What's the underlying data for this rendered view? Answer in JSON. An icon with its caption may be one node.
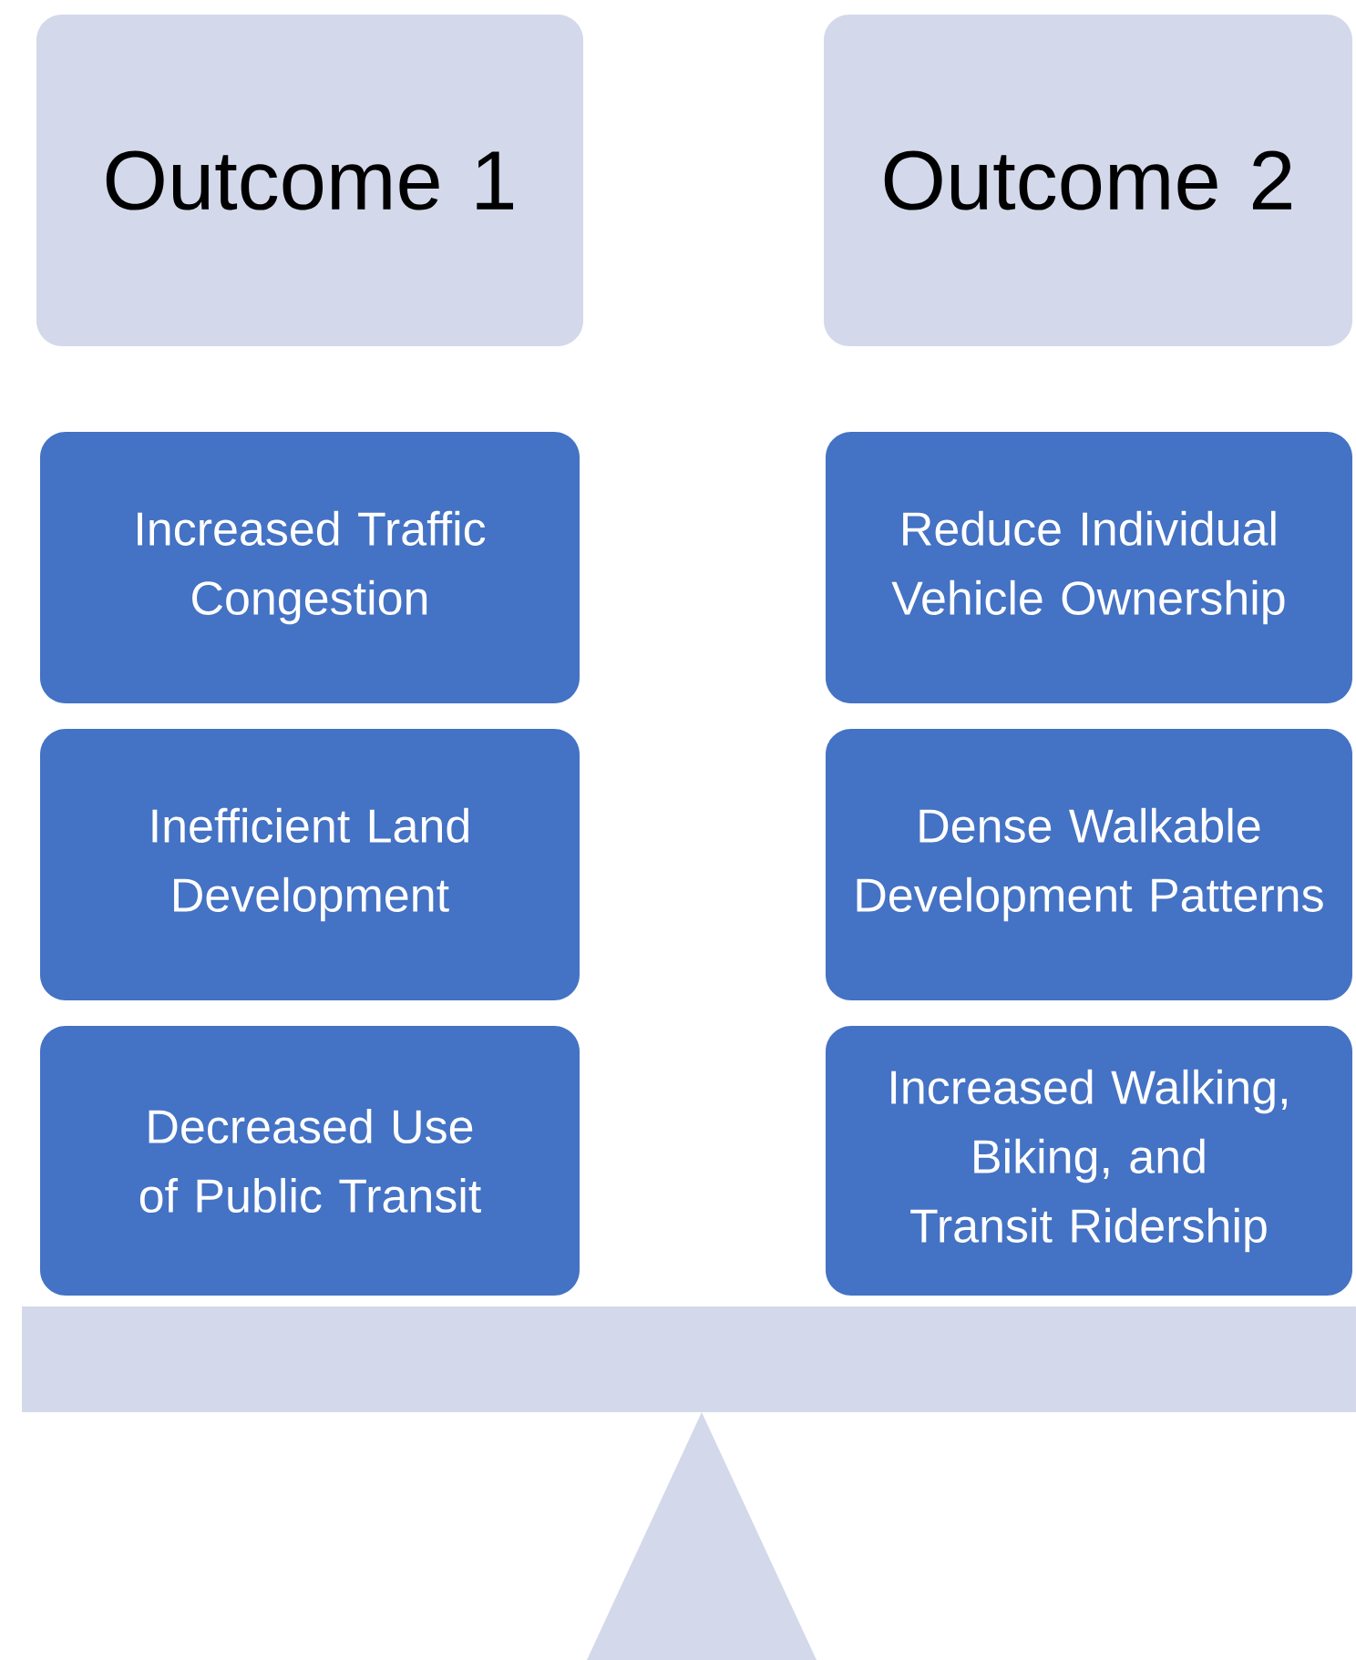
{
  "diagram": {
    "nodes": [
      {
        "text": [
          "Outcome 1"
        ]
      },
      {
        "text": [
          "Outcome 2"
        ]
      },
      {
        "text": [
          "Increased Traffic Congestion"
        ]
      },
      {
        "text": [
          "Inefficient Land Development"
        ]
      },
      {
        "text": [
          "Decreased Use of Public Transit"
        ]
      },
      {
        "text": [
          "Reduce Individual Vehicle Ownership"
        ]
      },
      {
        "text": [
          "Dense Walkable Development Patterns"
        ]
      },
      {
        "text": [
          "Increased Walking, Biking, and Transit Ridership"
        ]
      }
    ]
  }
}
